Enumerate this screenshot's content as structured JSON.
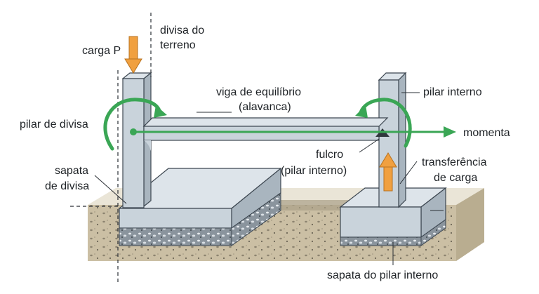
{
  "labels": {
    "carga_p": "carga P",
    "divisa_l1": "divisa do",
    "divisa_l2": "terreno",
    "viga_l1": "viga de equilíbrio",
    "viga_l2": "(alavanca)",
    "pilar_interno": "pilar interno",
    "pilar_divisa": "pilar de divisa",
    "momenta": "momenta",
    "fulcro_l1": "fulcro",
    "fulcro_l2": "(pilar interno)",
    "transf_l1": "transferência",
    "transf_l2": "de carga",
    "sapata_div_l1": "sapata",
    "sapata_div_l2": "de divisa",
    "sapata_pilar": "sapata do pilar interno"
  },
  "colors": {
    "concrete_front": "#c9d3db",
    "concrete_top": "#dde4ea",
    "concrete_side": "#a9b5bf",
    "ground": "#c8bda3",
    "gravel": "#6f7b86",
    "load_arrow": "#f0a040",
    "moment_arrow": "#3aa655",
    "outline": "#3c4650"
  },
  "icons": {
    "load": "down-arrow-icon",
    "transfer": "up-arrow-icon",
    "moment": "curved-arrow-icon",
    "fulcrum": "triangle-icon"
  }
}
